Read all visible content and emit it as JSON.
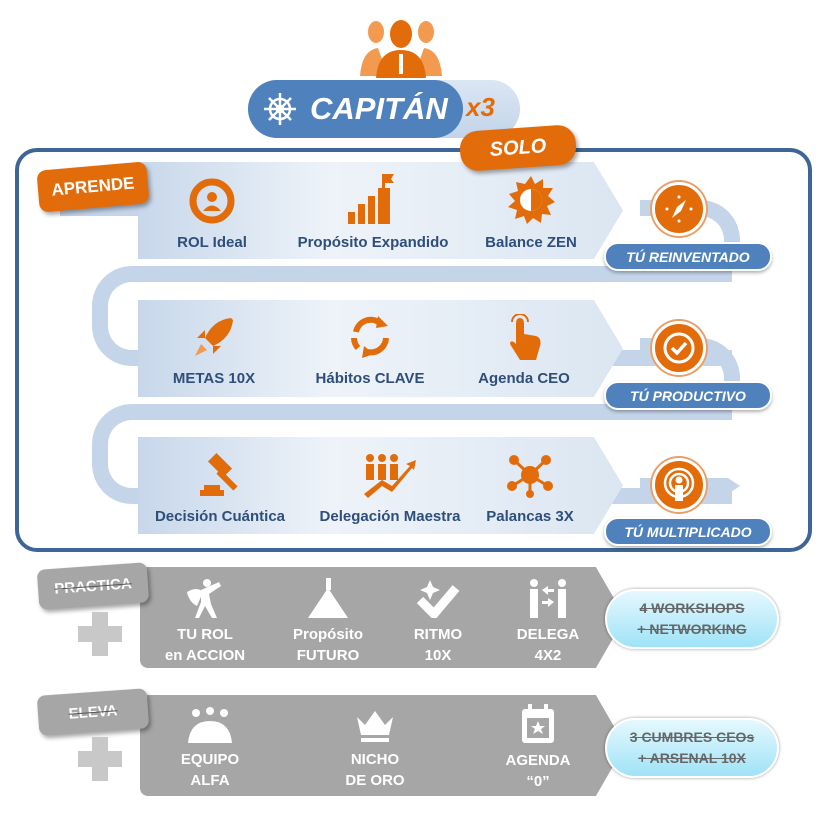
{
  "header": {
    "title": "CAPITÁN",
    "multiplier": "x3",
    "badge": "SOLO"
  },
  "aprende": {
    "tag": "APRENDE",
    "rows": [
      {
        "items": [
          "ROL Ideal",
          "Propósito Expandido",
          "Balance ZEN"
        ],
        "outcome": "TÚ REINVENTADO"
      },
      {
        "items": [
          "METAS 10X",
          "Hábitos CLAVE",
          "Agenda CEO"
        ],
        "outcome": "TÚ PRODUCTIVO"
      },
      {
        "items": [
          "Decisión Cuántica",
          "Delegación Maestra",
          "Palancas 3X"
        ],
        "outcome": "TÚ MULTIPLICADO"
      }
    ]
  },
  "practica": {
    "tag": "PRACTICA",
    "items": [
      [
        "TU ROL",
        "en ACCION"
      ],
      [
        "Propósito",
        "FUTURO"
      ],
      [
        "RITMO",
        "10X"
      ],
      [
        "DELEGA",
        "4X2"
      ]
    ],
    "extra": [
      "4 WORKSHOPS",
      "+ NETWORKING"
    ]
  },
  "eleva": {
    "tag": "ELEVA",
    "items": [
      [
        "EQUIPO",
        "ALFA"
      ],
      [
        "NICHO",
        "DE ORO"
      ],
      [
        "AGENDA",
        "“0”"
      ]
    ],
    "extra": [
      "3 CUMBRES CEOs",
      "+ ARSENAL 10X"
    ]
  },
  "colors": {
    "orange": "#e36c0a",
    "blue": "#4f81bd",
    "navy": "#3d6696",
    "gray": "#a6a6a6",
    "cyan": "#9fe3f7"
  }
}
